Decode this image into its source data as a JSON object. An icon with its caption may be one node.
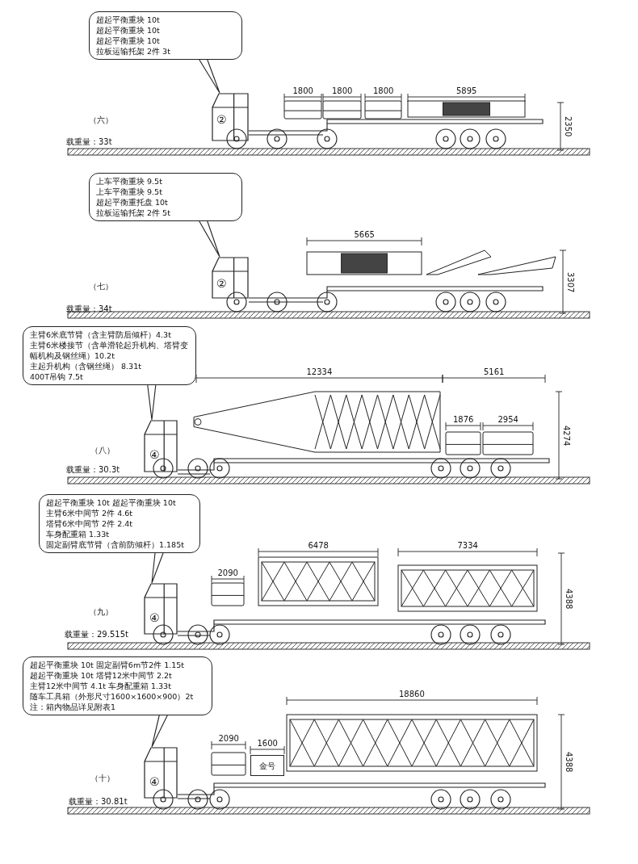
{
  "diagram": {
    "nodes": [
      {
        "text": [
          "超起平衡重块 10t",
          "超起平衡重块 10t",
          "超起平衡重块 10t",
          "拉板运输托架 2件 3t"
        ]
      },
      {
        "text": [],
        "shape": "picture"
      },
      {
        "text": [
          "上车平衡重块 9.5t",
          "上车平衡重块 9.5t",
          "超起平衡重托盘 10t",
          "拉板运输托架 2件 5t"
        ]
      },
      {
        "text": [],
        "shape": "picture"
      },
      {
        "text": [
          "主臂6米底节臂（含主臂防后倾杆）4.3t",
          "主臂6米楼接节（含单滑轮起升机构、塔臂变幅机构及钢丝绳）10.2t",
          "主起升机构（含钢丝绳） 8.31t",
          "400T吊钩 7.5t"
        ]
      },
      {
        "text": [],
        "shape": "picture"
      },
      {
        "text": [
          "超起平衡重块 10t 超起平衡重块 10t",
          "主臂6米中间节 2件 4.6t",
          "塔臂6米中间节 2件 2.4t",
          "车身配重箱 1.33t",
          "固定副臂底节臂（含前防倾杆）1.185t"
        ]
      },
      {
        "text": [],
        "shape": "picture"
      },
      {
        "text": [
          "超起平衡重块 10t 固定副臂6m节2件 1.15t",
          "超起平衡重块 10t 塔臂12米中间节 2.2t",
          "主臂12米中间节 4.1t 车身配重箱 1.33t",
          "随车工具箱（外形尺寸1600×1600×900）2t",
          "注：箱内物品详见附表1"
        ]
      },
      {
        "text": [],
        "shape": "picture"
      }
    ],
    "edges": [
      {
        "from": 0,
        "to": 1,
        "arrow": "none"
      },
      {
        "from": 2,
        "to": 3,
        "arrow": "none"
      },
      {
        "from": 4,
        "to": 5,
        "arrow": "none"
      },
      {
        "from": 6,
        "to": 7,
        "arrow": "none"
      },
      {
        "from": 8,
        "to": 9,
        "arrow": "none"
      }
    ],
    "labels": [
      "1800",
      "1800",
      "1800",
      "5895",
      "（六）",
      "②",
      "2350",
      "载重量：33t",
      "5665",
      "（七）",
      "②",
      "3307",
      "载重量：34t",
      "12334",
      "5161",
      "1876",
      "2954",
      "（八）",
      "④",
      "4274",
      "载重量：30.3t",
      "6478",
      "7334",
      "2090",
      "（九）",
      "④",
      "4388",
      "载重量：29.515t",
      "18860",
      "2090",
      "1600",
      "金号",
      "（十）",
      "④",
      "4388",
      "载重量：30.81t"
    ]
  }
}
